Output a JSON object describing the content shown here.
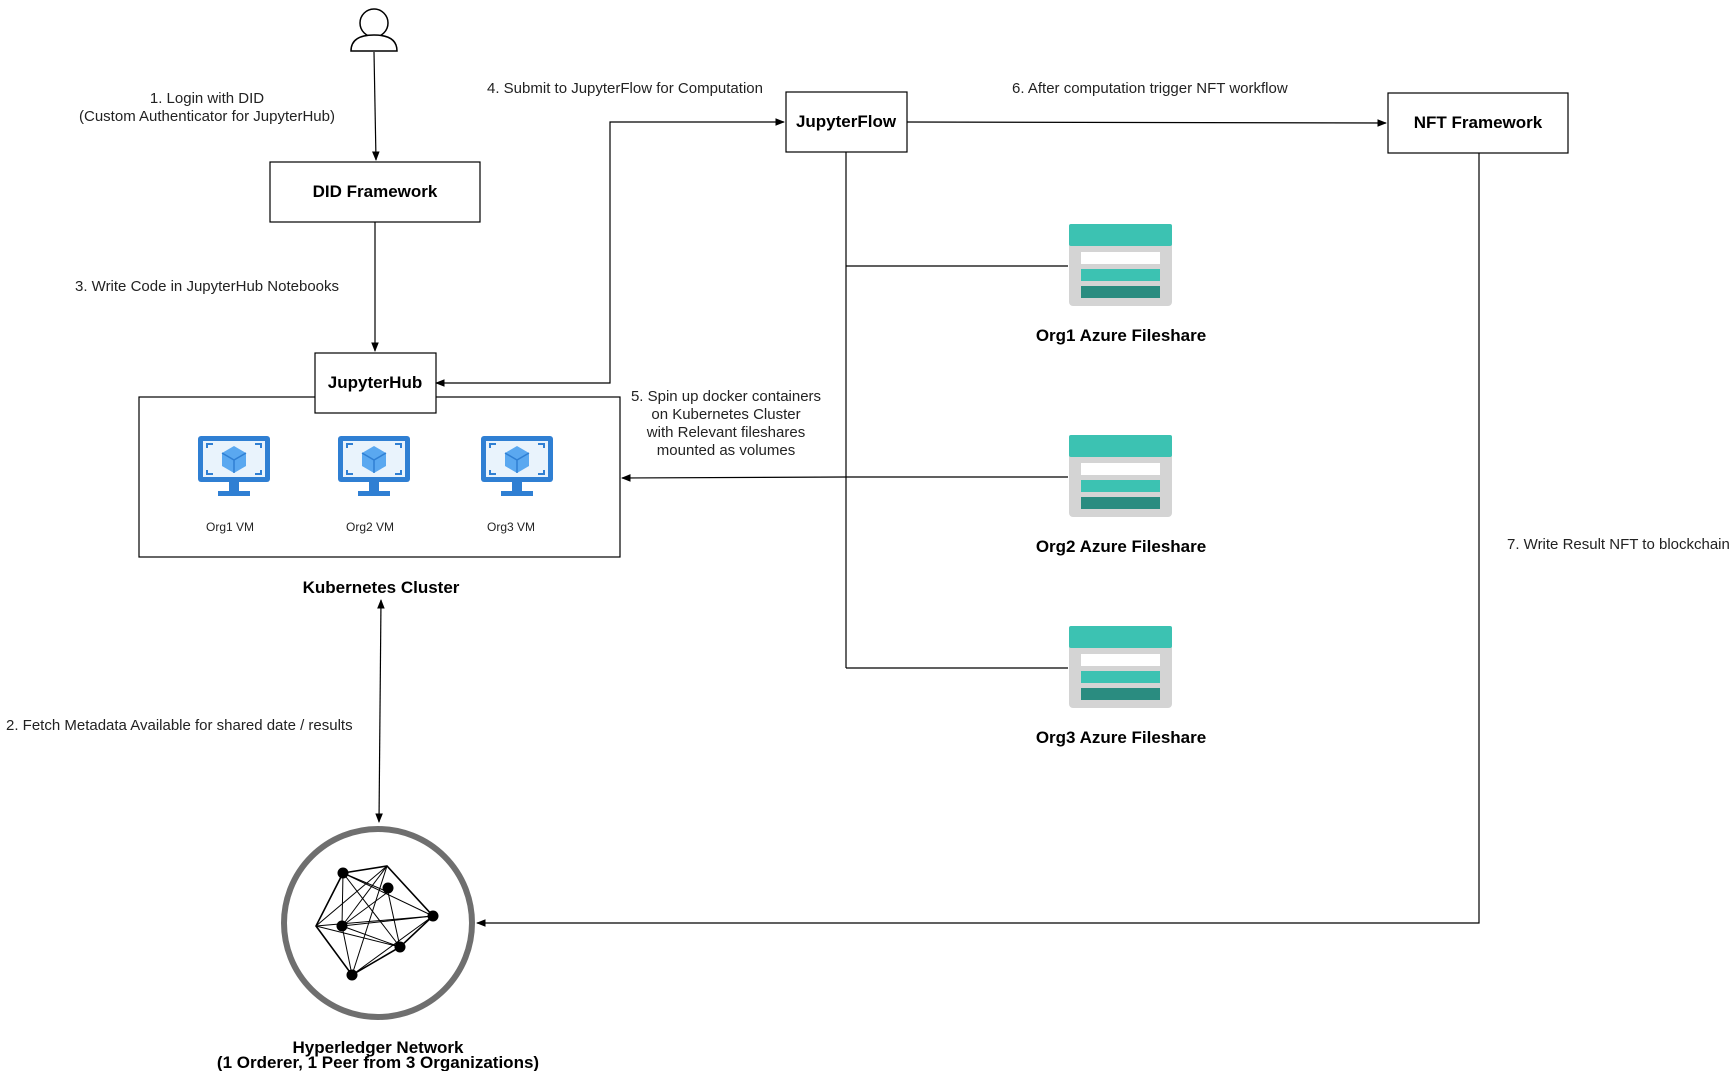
{
  "nodes": {
    "did_framework": "DID Framework",
    "jupyterhub": "JupyterHub",
    "jupyterflow": "JupyterFlow",
    "nft_framework": "NFT Framework",
    "kubernetes_cluster": "Kubernetes Cluster",
    "hyperledger_title": "Hyperledger Network",
    "hyperledger_subtitle": "(1 Orderer, 1 Peer from 3 Organizations)"
  },
  "vms": [
    {
      "label": "Org1 VM"
    },
    {
      "label": "Org2 VM"
    },
    {
      "label": "Org3 VM"
    }
  ],
  "fileshares": [
    {
      "label": "Org1 Azure Fileshare"
    },
    {
      "label": "Org2 Azure Fileshare"
    },
    {
      "label": "Org3 Azure Fileshare"
    }
  ],
  "edges": {
    "login_line1": "1. Login with DID",
    "login_line2": "(Custom Authenticator for JupyterHub)",
    "fetch_metadata": "2. Fetch Metadata Available for shared date / results",
    "write_code": "3. Write Code in JupyterHub Notebooks",
    "submit": "4. Submit to JupyterFlow for Computation",
    "spin_line1": "5. Spin up docker containers",
    "spin_line2": "on Kubernetes Cluster",
    "spin_line3": "with Relevant fileshares",
    "spin_line4": "mounted as volumes",
    "trigger_nft": "6. After computation trigger NFT workflow",
    "write_result": "7. Write Result NFT to blockchain"
  },
  "colors": {
    "vm_screen": "#2f7fd3",
    "vm_cube": "#5aa8f0",
    "fileshare_top": "#3cc2b2",
    "fileshare_mid": "#3cc2b2",
    "fileshare_bottom": "#2a8c80",
    "fileshare_body": "#d4d4d4",
    "network_ring": "#6f6f6f"
  },
  "icons": {
    "user": "user-icon",
    "vm": "virtual-machine-icon",
    "fileshare": "azure-fileshare-icon",
    "network": "hyperledger-network-icon"
  }
}
